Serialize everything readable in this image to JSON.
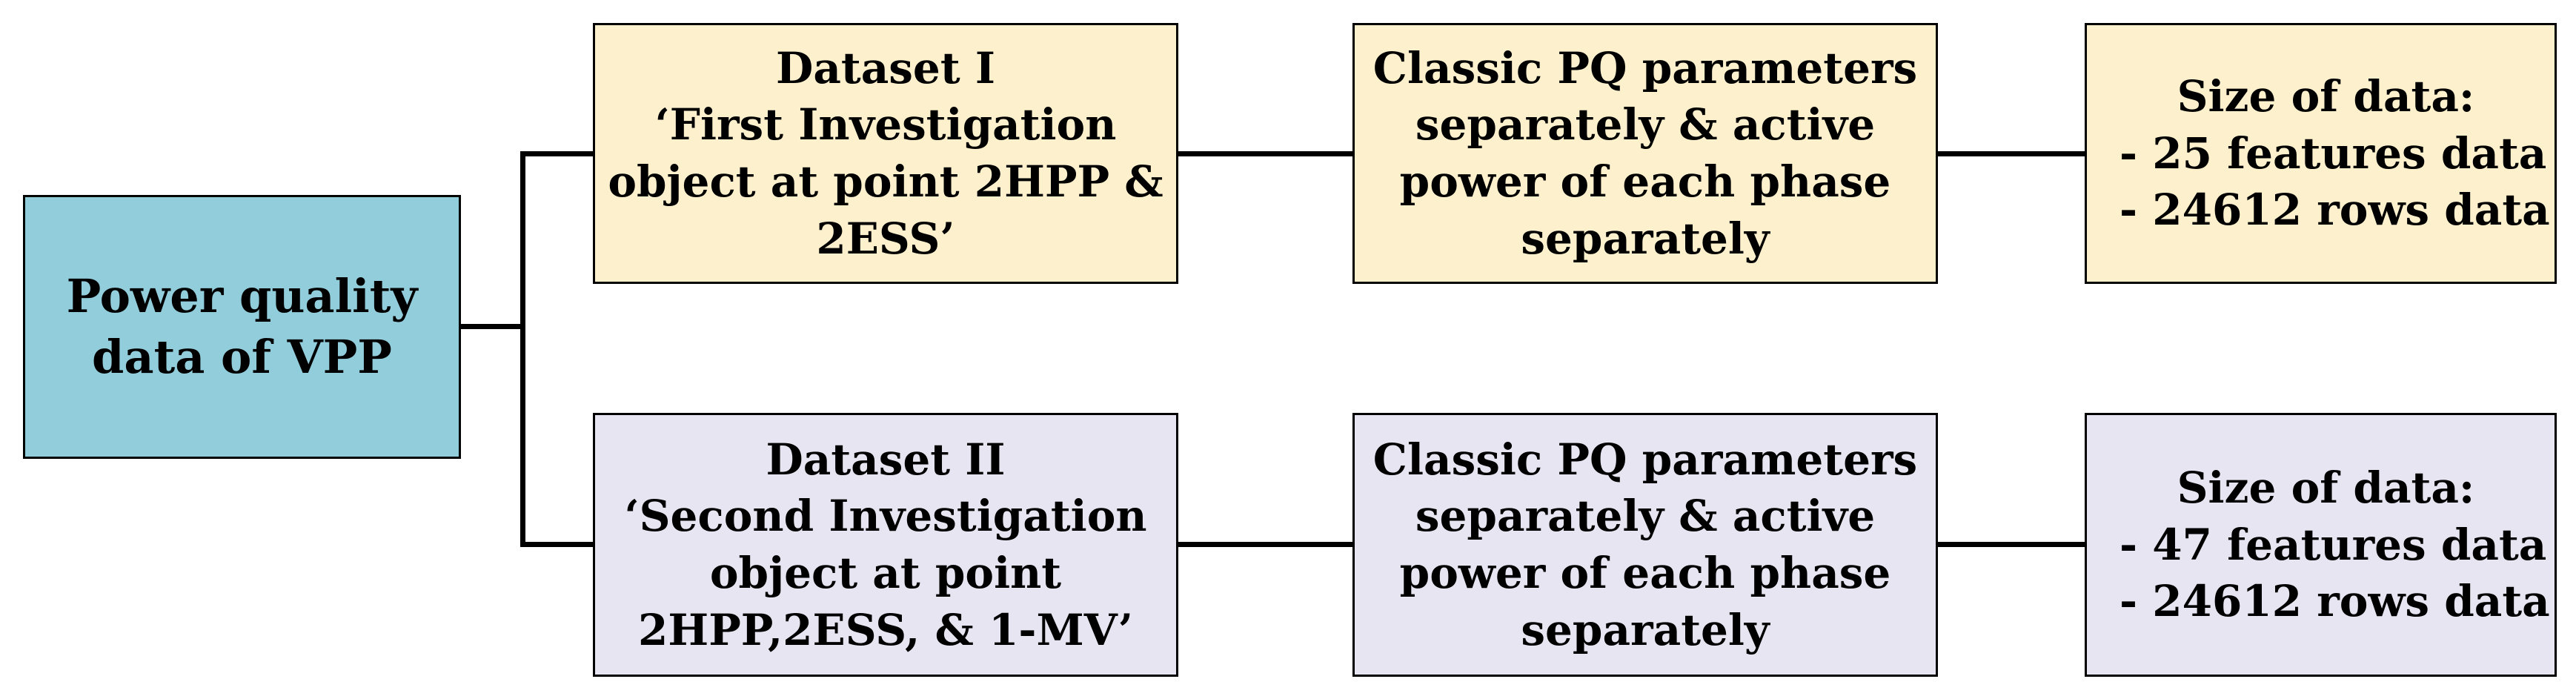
{
  "figure": {
    "background_color": "#FFFFFF",
    "connector_color": "#000000",
    "border_color": "#000000",
    "root_fill": "#92CDDC",
    "branch1_fill": "#FDF1CD",
    "branch2_fill": "#E6E5F1"
  },
  "nodes": {
    "root": {
      "text": "Power quality\ndata of VPP",
      "fill": "#92CDDC"
    },
    "dataset1": {
      "text": "Dataset I\n‘First Investigation\nobject at point 2HPP &\n2ESS’",
      "fill": "#FDF1CD"
    },
    "params1": {
      "text": "Classic PQ parameters\nseparately & active\npower of each phase\nseparately",
      "fill": "#FDF1CD"
    },
    "size1": {
      "title": "Size of data:",
      "items": [
        "- 25 features data",
        "- 24612 rows data"
      ],
      "fill": "#FDF1CD"
    },
    "dataset2": {
      "text": "Dataset II\n‘Second Investigation\nobject at point\n2HPP,2ESS, & 1-MV’",
      "fill": "#E6E5F1"
    },
    "params2": {
      "text": "Classic PQ parameters\nseparately & active\npower of each phase\nseparately",
      "fill": "#E6E5F1"
    },
    "size2": {
      "title": "Size of data:",
      "items": [
        "- 47 features data",
        "- 24612 rows data"
      ],
      "fill": "#E6E5F1"
    }
  }
}
